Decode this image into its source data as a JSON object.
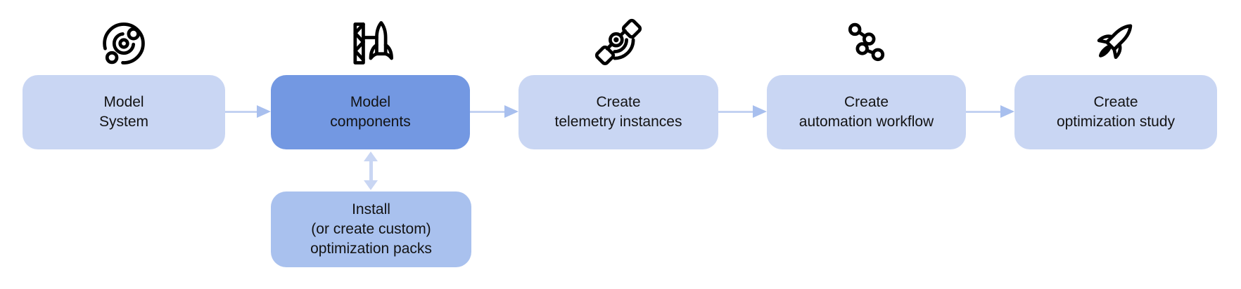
{
  "diagram": {
    "steps": [
      {
        "name": "model-system",
        "icon": "orbit-icon",
        "state": "default",
        "lines": [
          "Model",
          "System"
        ]
      },
      {
        "name": "model-components",
        "icon": "launchpad-rocket-icon",
        "state": "highlighted",
        "lines": [
          "Model",
          "components"
        ]
      },
      {
        "name": "create-telemetry-instances",
        "icon": "satellite-icon",
        "state": "default",
        "lines": [
          "Create",
          "telemetry instances"
        ]
      },
      {
        "name": "create-automation-workflow",
        "icon": "workflow-nodes-icon",
        "state": "default",
        "lines": [
          "Create",
          "automation workflow"
        ]
      },
      {
        "name": "create-optimization-study",
        "icon": "rocket-icon",
        "state": "default",
        "lines": [
          "Create",
          "optimization study"
        ]
      }
    ],
    "sub_step": {
      "name": "install-optimization-packs",
      "connected_to": "model-components",
      "connection_type": "bidirectional-arrow",
      "lines": [
        "Install",
        "(or create custom)",
        "optimization packs"
      ]
    },
    "colors": {
      "step_default": "#c9d6f3",
      "step_highlighted": "#7398e2",
      "sub_step": "#a9c1ee",
      "arrow_line": "#c3d2f2",
      "arrow_head": "#a8bfee",
      "vertical_arrow": "#c9d6f3",
      "text": "#131313",
      "background": "#ffffff"
    }
  }
}
